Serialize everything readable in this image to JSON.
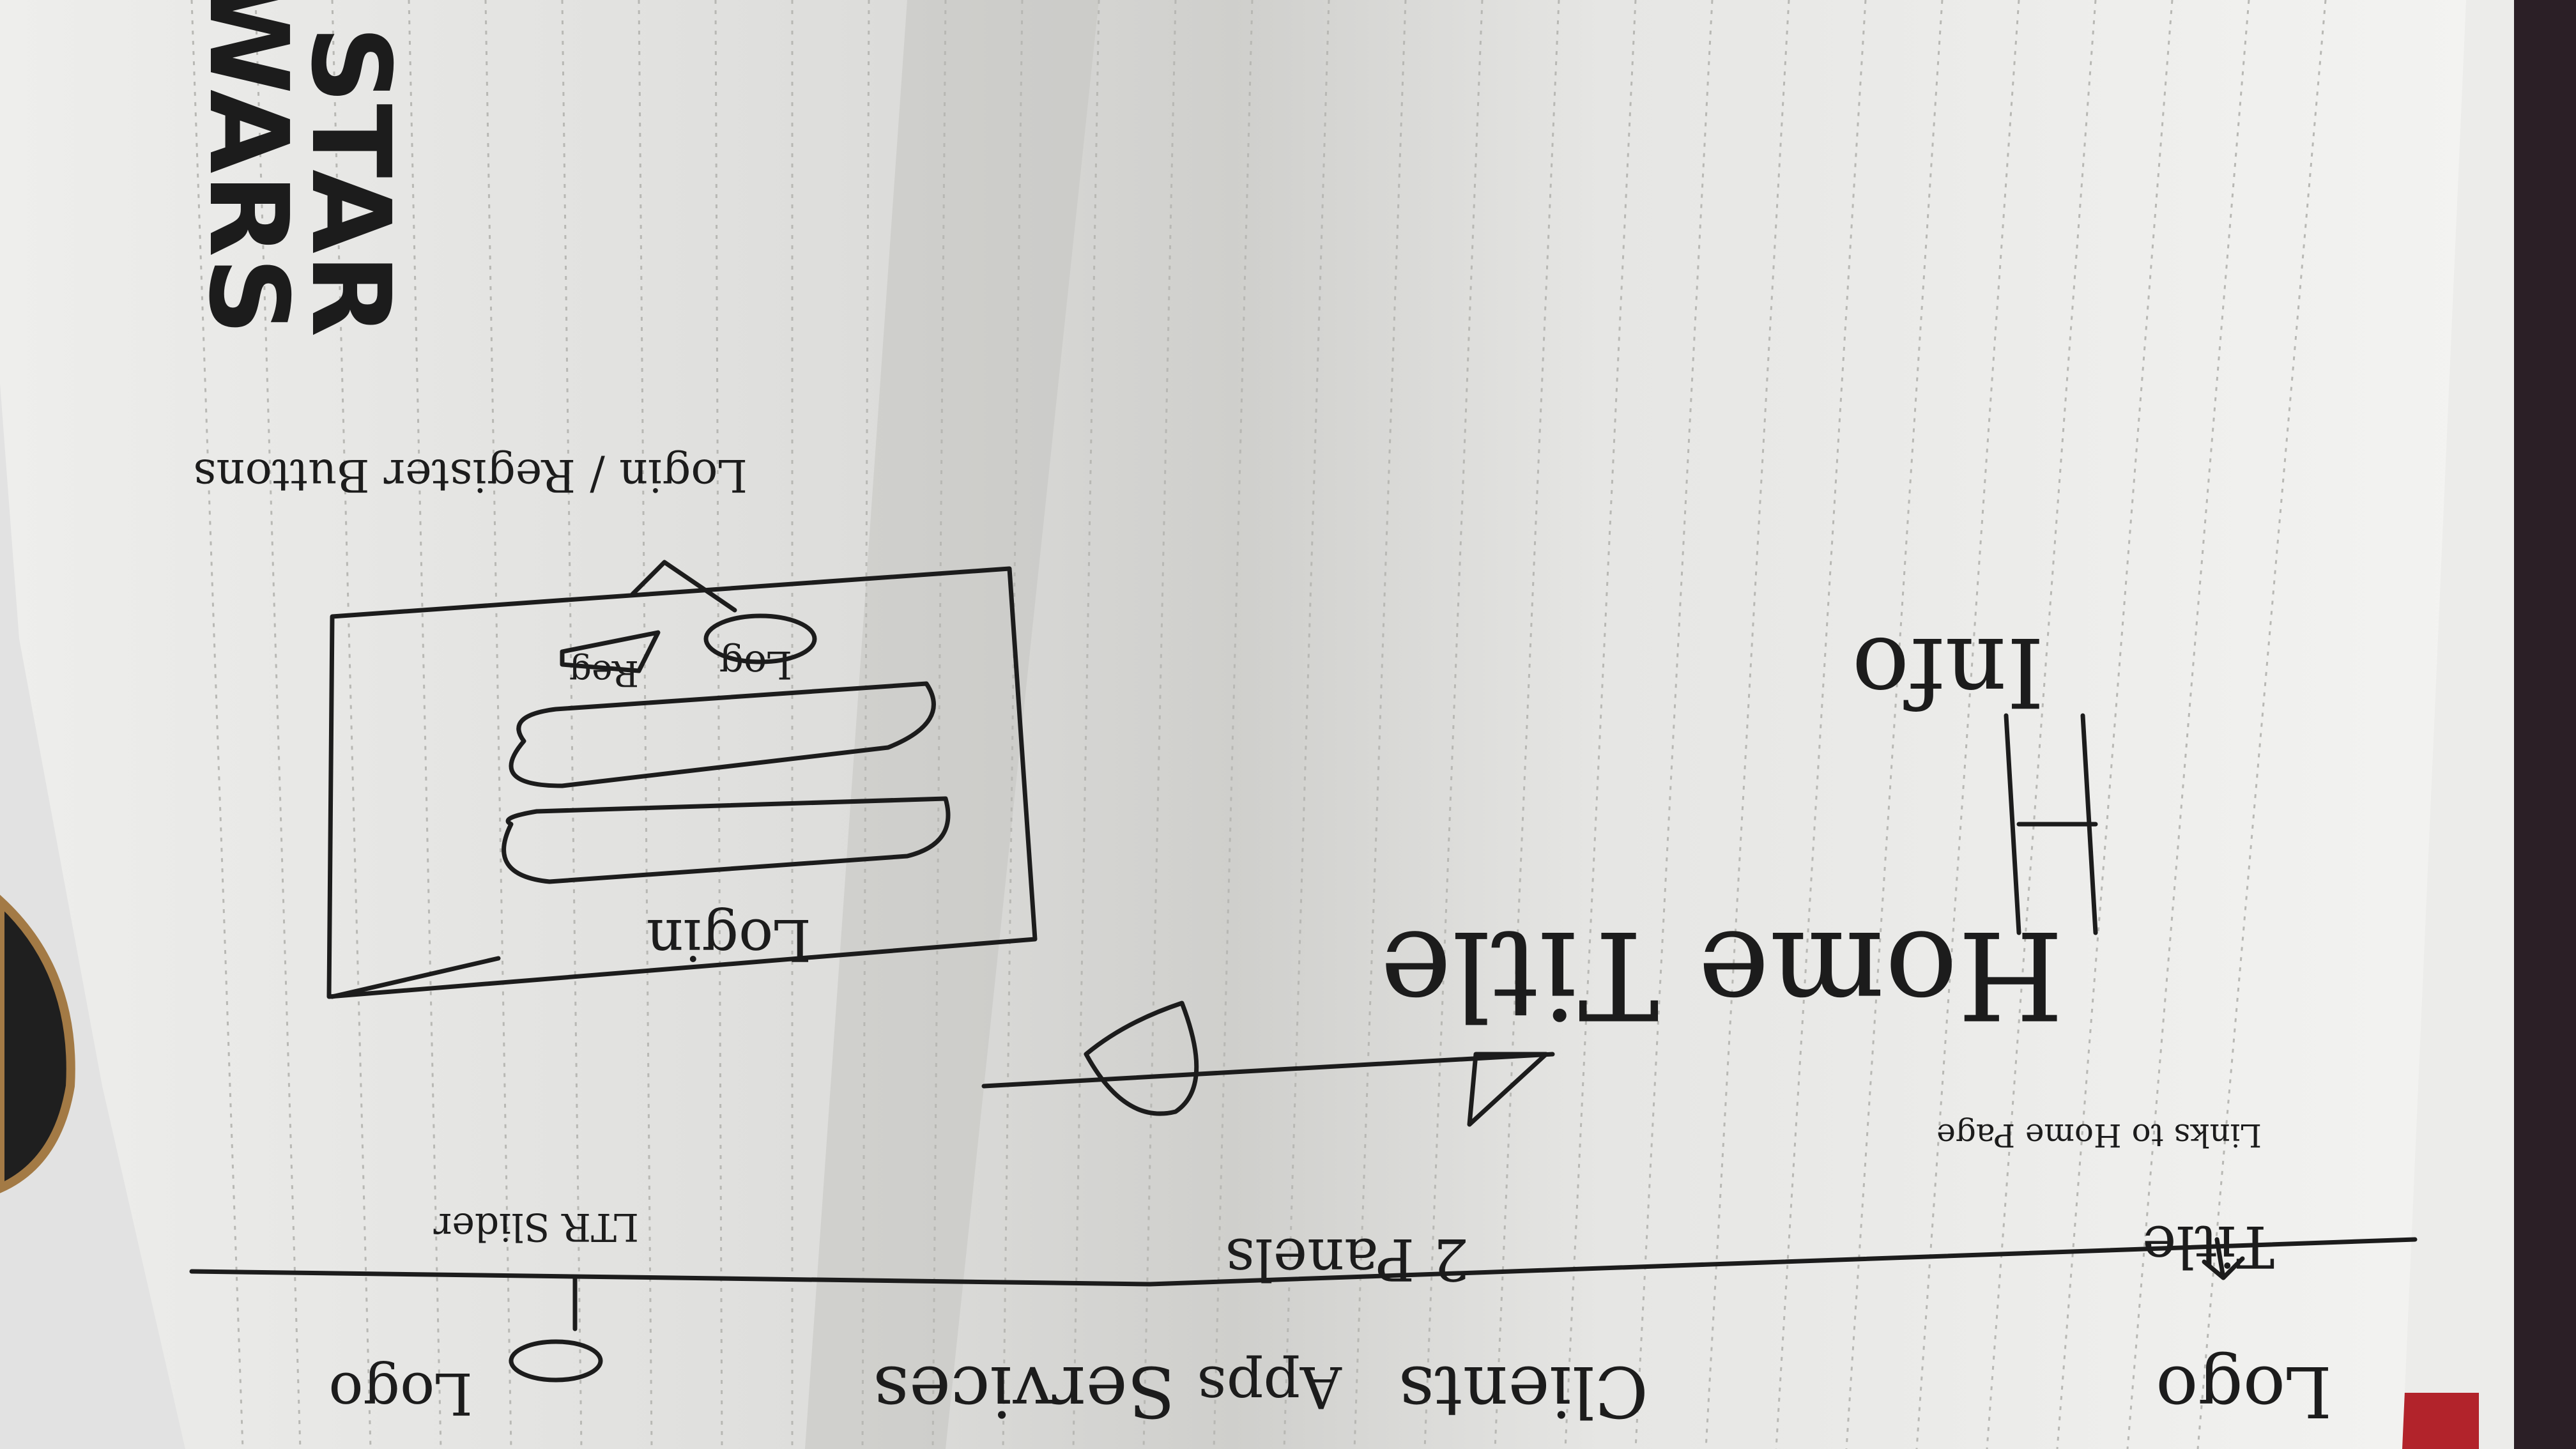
{
  "photo": {
    "subject": "hand-drawn wireframe sketch on a lined notebook page (upside down)",
    "colors": {
      "page": "#f1f1ef",
      "page_shadow": "#c9c9c6",
      "ink": "#1c1c1c",
      "line_ruling": "#b8b8b4",
      "desk_left": "#e2e2e2",
      "dark_edge": "#2b1f26",
      "cover_red": "#b2232b"
    }
  },
  "cover_logo": {
    "line1": "STAR",
    "line2": "WARS"
  },
  "sketch": {
    "header": {
      "logo_label": "Logo",
      "title_label": "Title",
      "title_note": "Links to Home Page",
      "nav_items": [
        "Clients",
        "Apps",
        "Services"
      ],
      "logo_text": "Logo"
    },
    "slider_note": "LTR Slider",
    "panels_note": "2 Panels",
    "home_title": "Home Title",
    "info": "Info",
    "login_box": {
      "heading": "Login",
      "reg_button": "Reg",
      "log_button": "Log",
      "note": "Login / Register Buttons"
    }
  }
}
